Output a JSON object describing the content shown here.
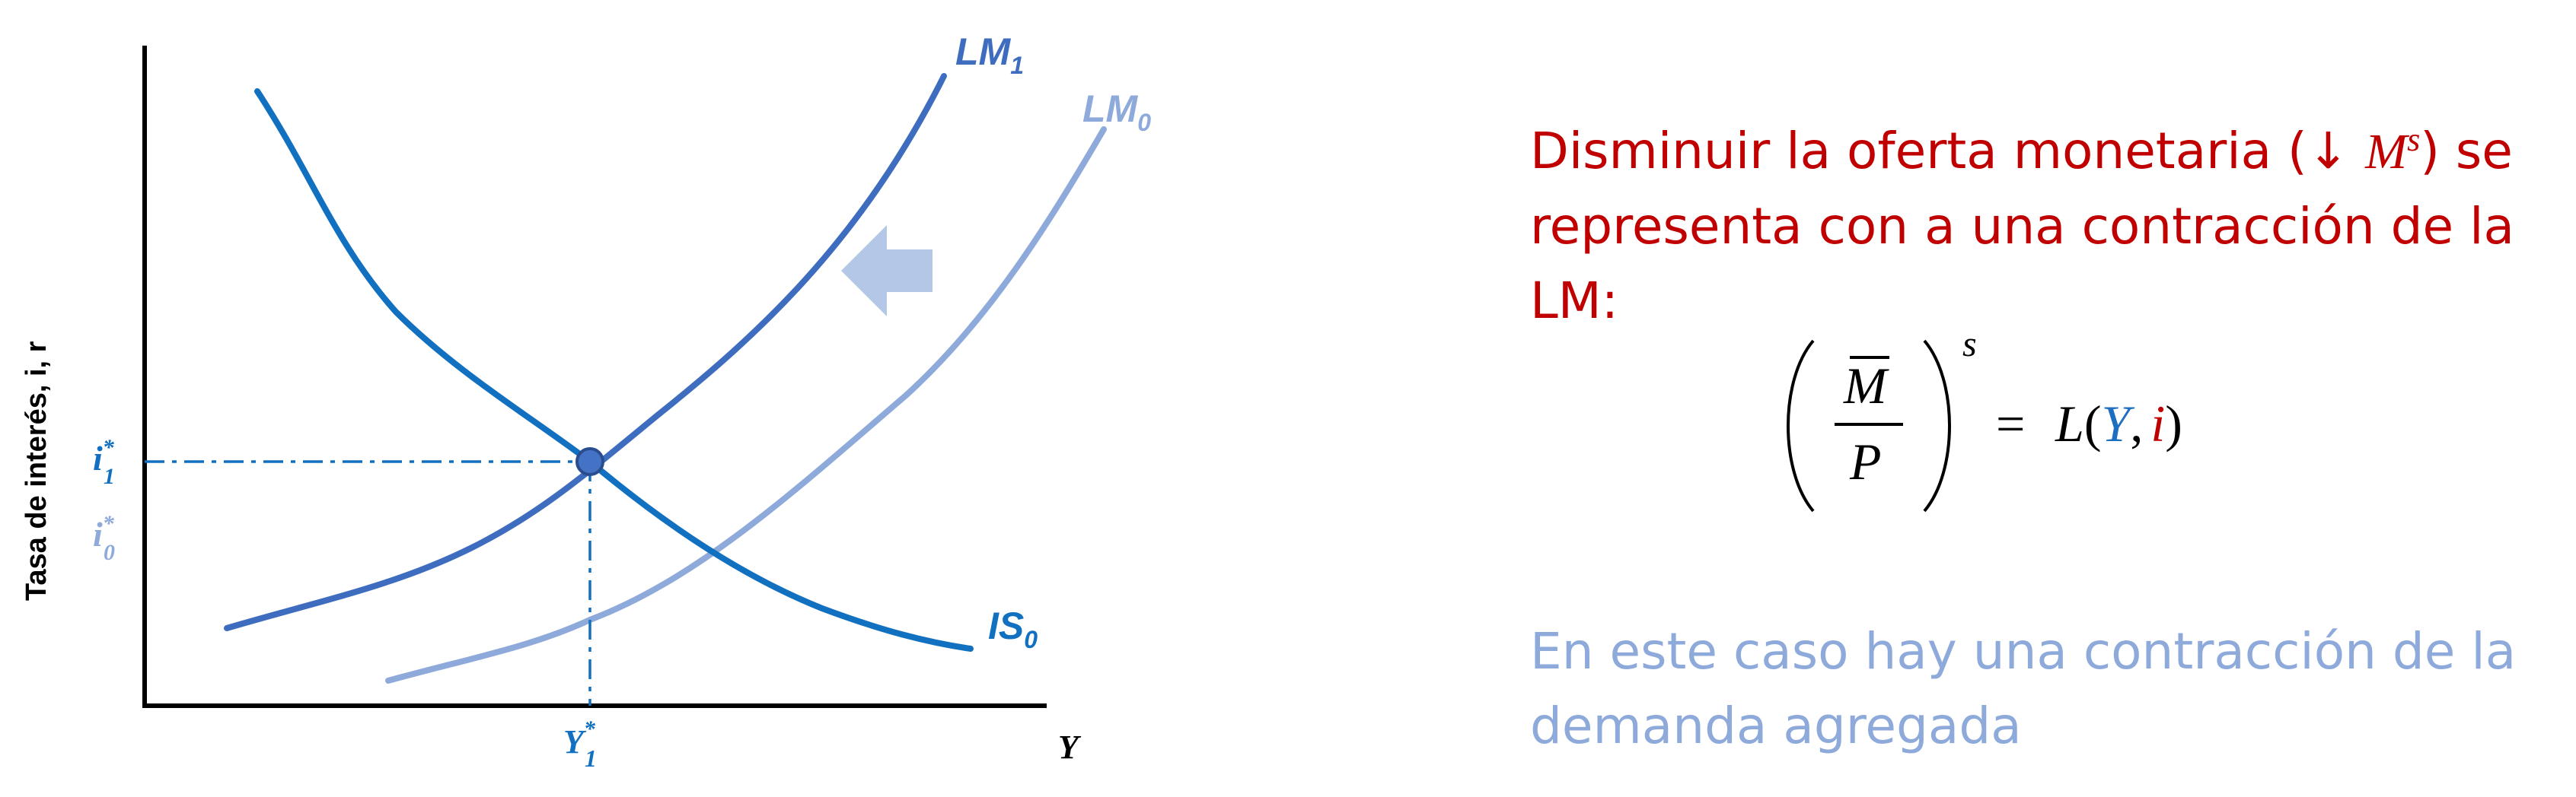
{
  "diagram": {
    "y_axis_label": "Tasa de interés, i, r",
    "x_axis_label": "Y",
    "curves": {
      "lm1": {
        "label": "LM",
        "sub": "1",
        "color": "#3e6dbf"
      },
      "lm0": {
        "label": "LM",
        "sub": "0",
        "color": "#8eaadb"
      },
      "is0": {
        "label": "IS",
        "sub": "0",
        "color": "#1270c0"
      }
    },
    "equilibrium": {
      "i_label": "i",
      "i_sub": "1",
      "i_sup": "*",
      "y_label": "Y",
      "y_sub": "1",
      "y_sup": "*"
    },
    "previous": {
      "i_label": "i",
      "i_sub": "0",
      "i_sup": "*"
    },
    "shift_arrow": {
      "direction": "left",
      "color": "#b4c7e7"
    }
  },
  "text": {
    "main_prefix": "Disminuir la oferta monetaria (",
    "main_arrow": "↓",
    "main_symbol": "M",
    "main_symbol_sup": "s",
    "main_suffix": ") se representa con a una contracción de la LM:",
    "secondary": "En este caso hay una contracción de la demanda agregada"
  },
  "formula": {
    "numerator": "M",
    "denominator": "P",
    "exponent": "s",
    "equals": "=",
    "function": "L",
    "open_paren": "(",
    "arg1": "Y",
    "comma": ",",
    "arg2": "i",
    "close_paren": ")",
    "arg1_color": "#1f6fc0",
    "arg2_color": "#c00000"
  }
}
